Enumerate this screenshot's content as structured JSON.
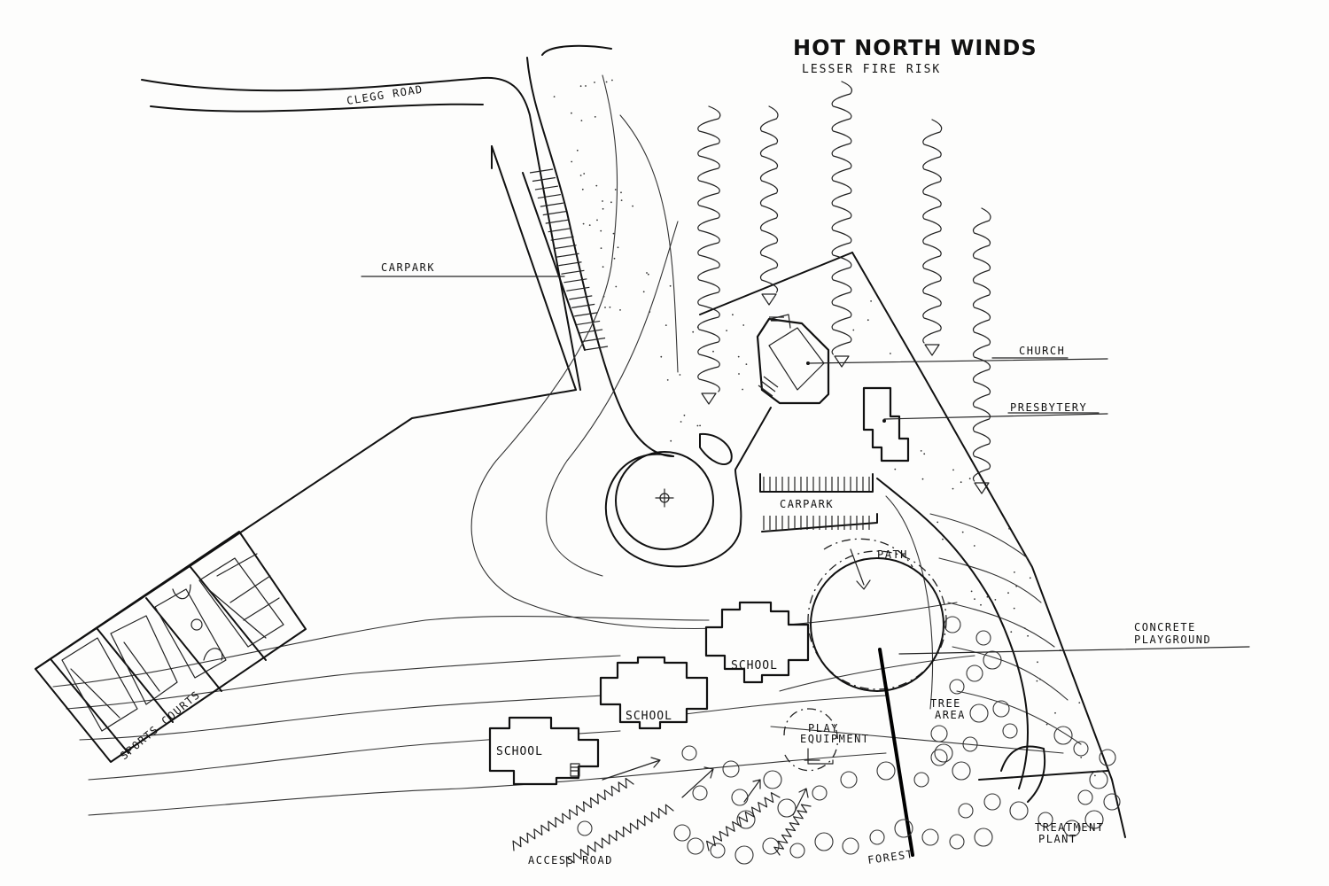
{
  "title": "HOT NORTH WINDS",
  "subtitle": "LESSER FIRE RISK",
  "labels": {
    "clegg_road": "CLEGG ROAD",
    "carpark_north": "CARPARK",
    "church": "CHURCH",
    "presbytery": "PRESBYTERY",
    "carpark_central": "CARPARK",
    "path": "PATH",
    "concrete_playground_line1": "CONCRETE",
    "concrete_playground_line2": "PLAYGROUND",
    "tree_area_line1": "TREE",
    "tree_area_line2": "AREA",
    "play_equipment_line1": "PLAY",
    "play_equipment_line2": "EQUIPMENT",
    "school_1": "SCHOOL",
    "school_2": "SCHOOL",
    "school_3": "SCHOOL",
    "sports_courts": "SPORTS COURTS",
    "access_road": "ACCESS ROAD",
    "forest": "FOREST",
    "treatment_plant_line1": "TREATMENT",
    "treatment_plant_line2": "PLANT"
  },
  "wind_arrows_count": 5,
  "colors": {
    "ink": "#111111",
    "paper": "#fdfdfc"
  }
}
